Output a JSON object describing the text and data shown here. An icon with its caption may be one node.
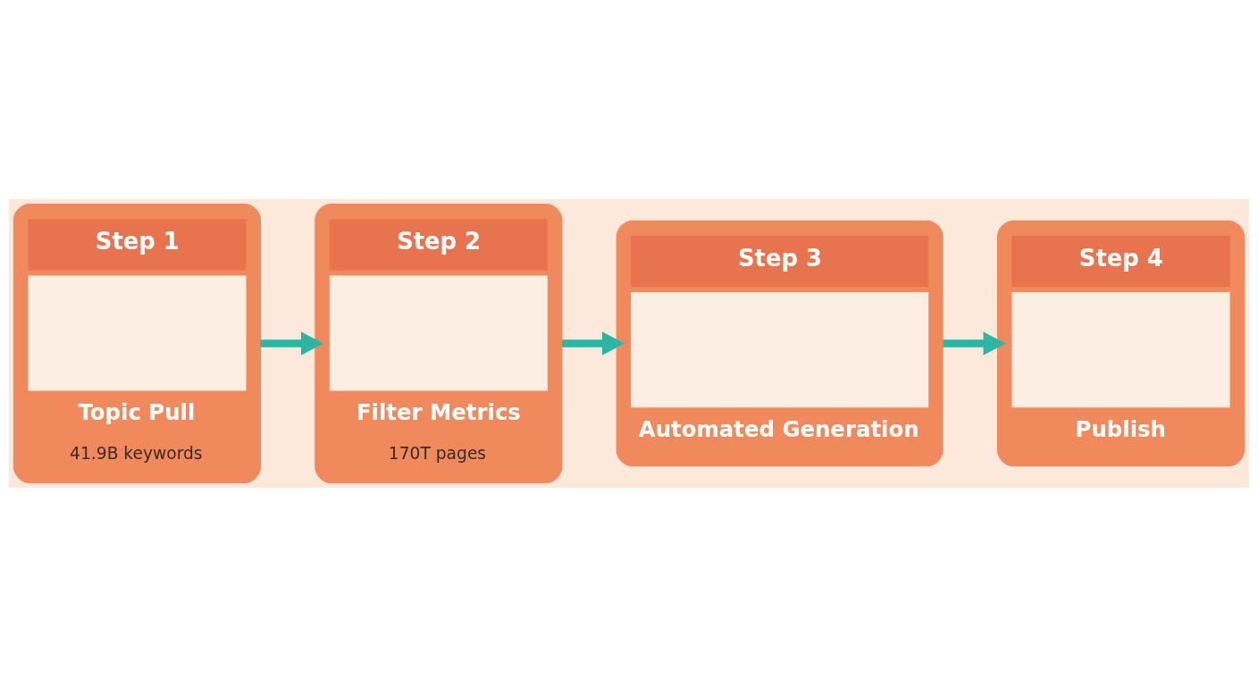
{
  "diagram": {
    "nodes": [
      {
        "text": [
          "Step 1",
          "Topic Pull",
          "41.9B keywords"
        ]
      },
      {
        "text": [
          "Step 2",
          "Filter Metrics",
          "170T pages"
        ]
      },
      {
        "text": [
          "Step 3",
          "Automated Generation"
        ]
      },
      {
        "text": [
          "Step 4",
          "Publish"
        ]
      }
    ],
    "edges": [
      {
        "from": 0,
        "to": 1,
        "arrow": "to"
      },
      {
        "from": 1,
        "to": 2,
        "arrow": "to"
      },
      {
        "from": 2,
        "to": 3,
        "arrow": "to"
      }
    ]
  }
}
